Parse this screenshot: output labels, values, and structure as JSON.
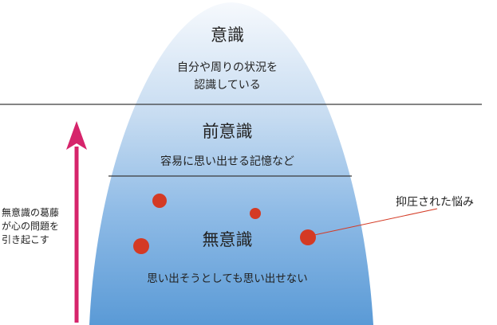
{
  "conscious": {
    "title": "意識",
    "description": "自分や周りの状況を\n認識している"
  },
  "preconscious": {
    "title": "前意識",
    "description": "容易に思い出せる記憶など"
  },
  "unconscious": {
    "title": "無意識",
    "description": "思い出そうとしても思い出せない"
  },
  "repressed_label": "抑圧された悩み",
  "side_note": "無意識の葛藤\nが心の問題を\n引き起こす",
  "colors": {
    "mountain_top": "#f4f8fd",
    "mountain_bottom": "#5b9bd5",
    "dot": "#d43a24",
    "arrow": "#d6246b",
    "line": "#3a3a3a"
  }
}
